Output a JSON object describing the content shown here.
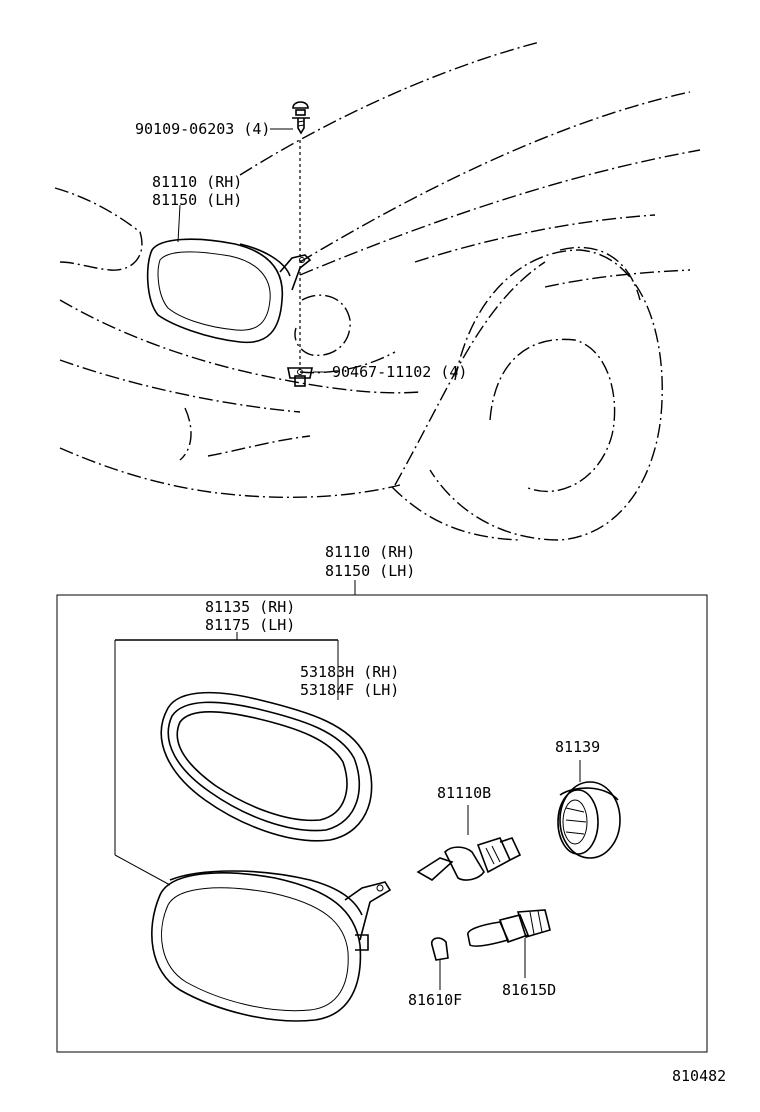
{
  "diagram": {
    "drawing_number": "810482",
    "labels": {
      "screw": "90109-06203 (4)",
      "nut": "90467-11102 (4)",
      "lamp_top_rh": "81110 (RH)",
      "lamp_top_lh": "81150 (LH)",
      "assy_rh": "81110 (RH)",
      "assy_lh": "81150 (LH)",
      "lens_rh": "81135 (RH)",
      "lens_lh": "81175 (LH)",
      "gasket_rh": "53183H (RH)",
      "gasket_lh": "53184F (LH)",
      "socket": "81139",
      "bulb_main": "81110B",
      "bulb_small": "81610F",
      "bulb_socket": "81615D"
    }
  }
}
